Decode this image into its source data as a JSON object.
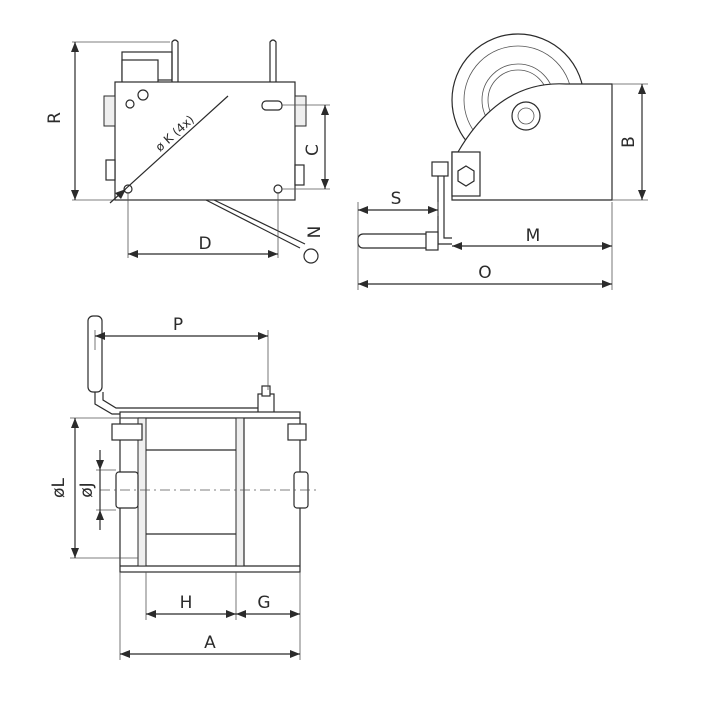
{
  "labels": {
    "R": "R",
    "C": "C",
    "N": "N",
    "D": "D",
    "K": "ø K (4x)",
    "B": "B",
    "S": "S",
    "M": "M",
    "O": "O",
    "P": "P",
    "L": "øL",
    "J": "øJ",
    "H": "H",
    "G": "G",
    "A": "A"
  }
}
